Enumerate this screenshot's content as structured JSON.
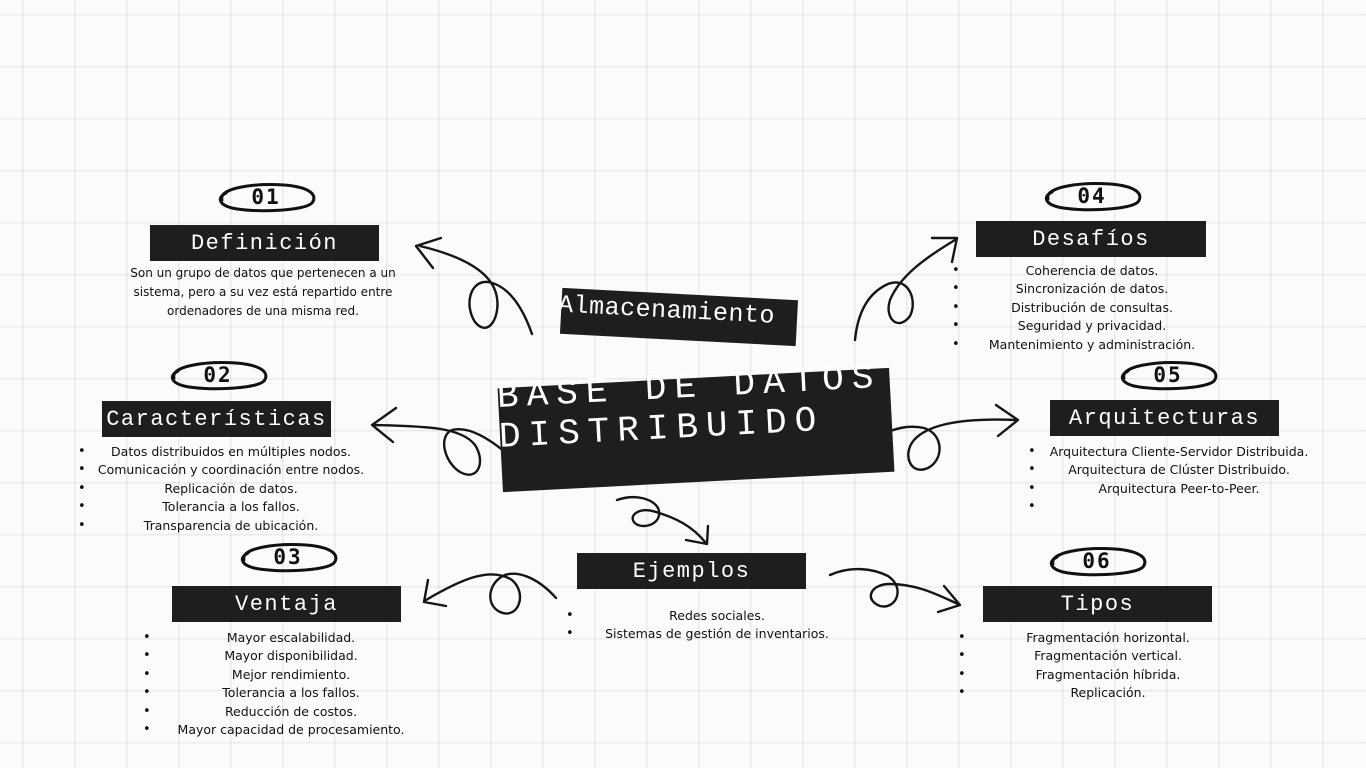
{
  "center": {
    "title_line1": "BASE DE DATOS",
    "title_line2": "DISTRIBUIDO",
    "sub_label": "Almacenamiento"
  },
  "sections": {
    "definicion": {
      "number": "01",
      "title": "Definición",
      "text": "Son un grupo de datos que pertenecen a un sistema, pero a su vez está repartido entre ordenadores de una misma red."
    },
    "caracteristicas": {
      "number": "02",
      "title": "Características",
      "items": [
        "Datos distribuidos en múltiples nodos.",
        "Comunicación y coordinación entre nodos.",
        "Replicación de datos.",
        "Tolerancia a los fallos.",
        "Transparencia de ubicación."
      ]
    },
    "ventaja": {
      "number": "03",
      "title": "Ventaja",
      "items": [
        "Mayor escalabilidad.",
        "Mayor disponibilidad.",
        "Mejor rendimiento.",
        "Tolerancia a los fallos.",
        "Reducción de costos.",
        "Mayor capacidad de procesamiento."
      ]
    },
    "desafios": {
      "number": "04",
      "title": "Desafíos",
      "items": [
        "Coherencia de datos.",
        "Sincronización de datos.",
        "Distribución de consultas.",
        "Seguridad y privacidad.",
        "Mantenimiento y administración."
      ]
    },
    "arquitecturas": {
      "number": "05",
      "title": "Arquitecturas",
      "items": [
        "Arquitectura Cliente-Servidor Distribuida.",
        "Arquitectura de Clúster Distribuido.",
        "Arquitectura Peer-to-Peer.",
        ""
      ]
    },
    "tipos": {
      "number": "06",
      "title": "Tipos",
      "items": [
        "Fragmentación horizontal.",
        "Fragmentación vertical.",
        "Fragmentación híbrida.",
        "Replicación."
      ]
    },
    "ejemplos": {
      "title": "Ejemplos",
      "items": [
        "Redes sociales.",
        "Sistemas de gestión de inventarios."
      ]
    }
  }
}
